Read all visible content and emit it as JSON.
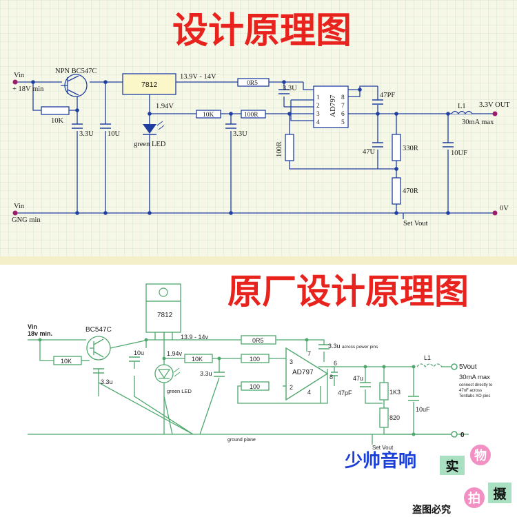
{
  "top": {
    "title": "设计原理图",
    "labels": {
      "vin_top": "Vin",
      "vin_plus": "+ 18V min",
      "vin_bottom": "Vin",
      "gng_min": "GNG min",
      "transistor": "NPN BC547C",
      "r10k_1": "10K",
      "c33u_1": "3.3U",
      "c10u": "10U",
      "reg": "7812",
      "rail": "13.9V - 14V",
      "v194": "1.94V",
      "led": "green LED",
      "r10k_2": "10K",
      "c33u_2": "3.3U",
      "r0r5": "0R5",
      "r100r_h": "100R",
      "r100r_v": "100R",
      "c33u_3": "3.3U",
      "chip": "AD797",
      "pin1": "1",
      "pin2": "2",
      "pin3": "3",
      "pin4": "4",
      "pin5": "5",
      "pin6": "6",
      "pin7": "7",
      "pin8": "8",
      "c47pf": "47PF",
      "c47u": "47U",
      "r330r": "330R",
      "r470r": "470R",
      "c10uf": "10UF",
      "l1": "L1",
      "out": "3.3V OUT",
      "out_current": "30mA max",
      "gnd_out": "0V",
      "setvout": "Set Vout"
    }
  },
  "bottom": {
    "title": "原厂设计原理图",
    "labels": {
      "vin": "Vin",
      "vin_min": "18v min.",
      "transistor": "BC547C",
      "reg": "7812",
      "r10k_1": "10K",
      "c33u_1": "3.3u",
      "c10u": "10u",
      "rail": "13.9 - 14v",
      "v194": "1.94v",
      "r10k_2": "10K",
      "led": "green LED",
      "c33u_2": "3.3u",
      "r0r5": "0R5",
      "c33u_3": "3.3u",
      "across": "across power pins",
      "r100_1": "100",
      "r100_2": "100",
      "chip": "AD797",
      "pin3": "3",
      "pin2": "2",
      "pin7": "7",
      "pin4": "4",
      "pin6": "6",
      "pin8": "8",
      "c47pf": "47pF",
      "c47u": "47u",
      "r1k3": "1K3",
      "r820": "820",
      "c10uf": "10uF",
      "l1": "L1",
      "out": "5Vout",
      "out_current": "30mA max",
      "note1": "connect directly to",
      "note2": "47nF across",
      "note3": "Tentlabs XO pins",
      "ground": "ground plane",
      "setvout": "Set Vout",
      "zero": "0"
    }
  },
  "branding": {
    "shop": "少帅音响",
    "shi": "实",
    "wu": "物",
    "pai": "拍",
    "she": "摄",
    "warning": "盗图必究"
  }
}
